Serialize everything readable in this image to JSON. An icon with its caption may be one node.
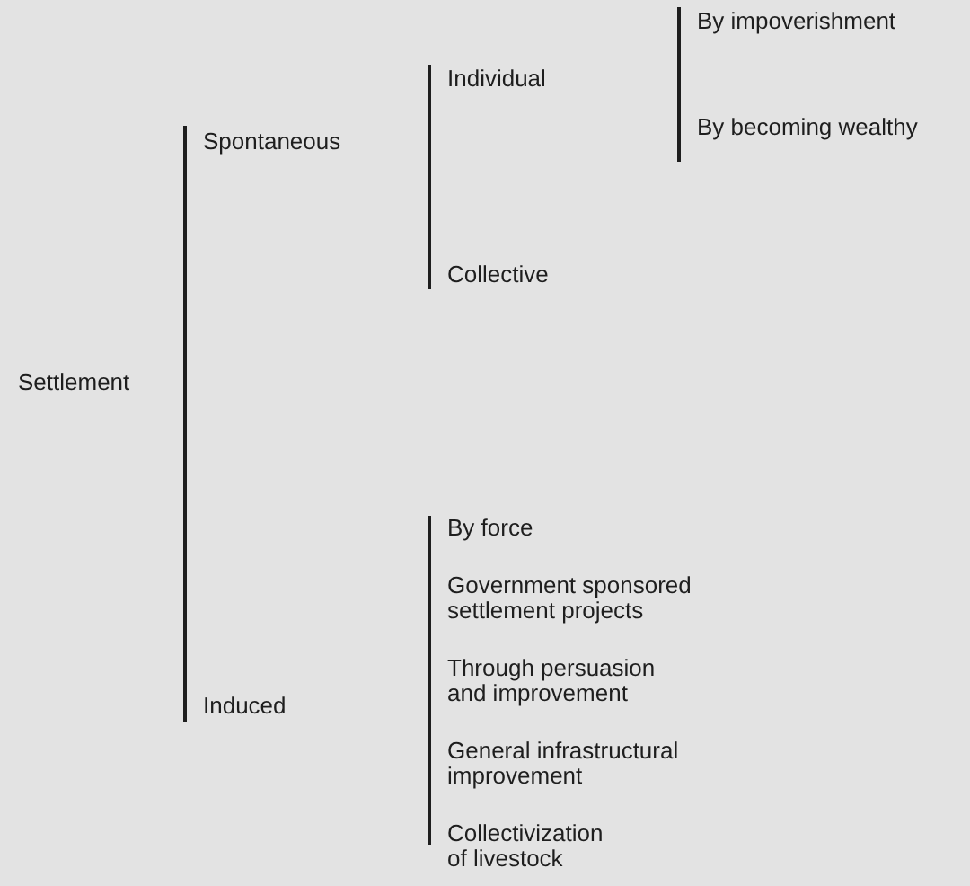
{
  "diagram": {
    "nodes": [
      {
        "text": [
          "Settlement"
        ]
      },
      {
        "text": [
          "Spontaneous"
        ]
      },
      {
        "text": [
          "Individual"
        ]
      },
      {
        "text": [
          "By impoverishment"
        ]
      },
      {
        "text": [
          "By becoming wealthy"
        ]
      },
      {
        "text": [
          "Collective"
        ]
      },
      {
        "text": [
          "Induced"
        ]
      },
      {
        "text": [
          "By force"
        ]
      },
      {
        "text": [
          "Government sponsored settlement projects"
        ]
      },
      {
        "text": [
          "Through persuasion and improvement"
        ]
      },
      {
        "text": [
          "General infrastructural improvement"
        ]
      },
      {
        "text": [
          "Collectivization of livestock"
        ]
      }
    ]
  }
}
